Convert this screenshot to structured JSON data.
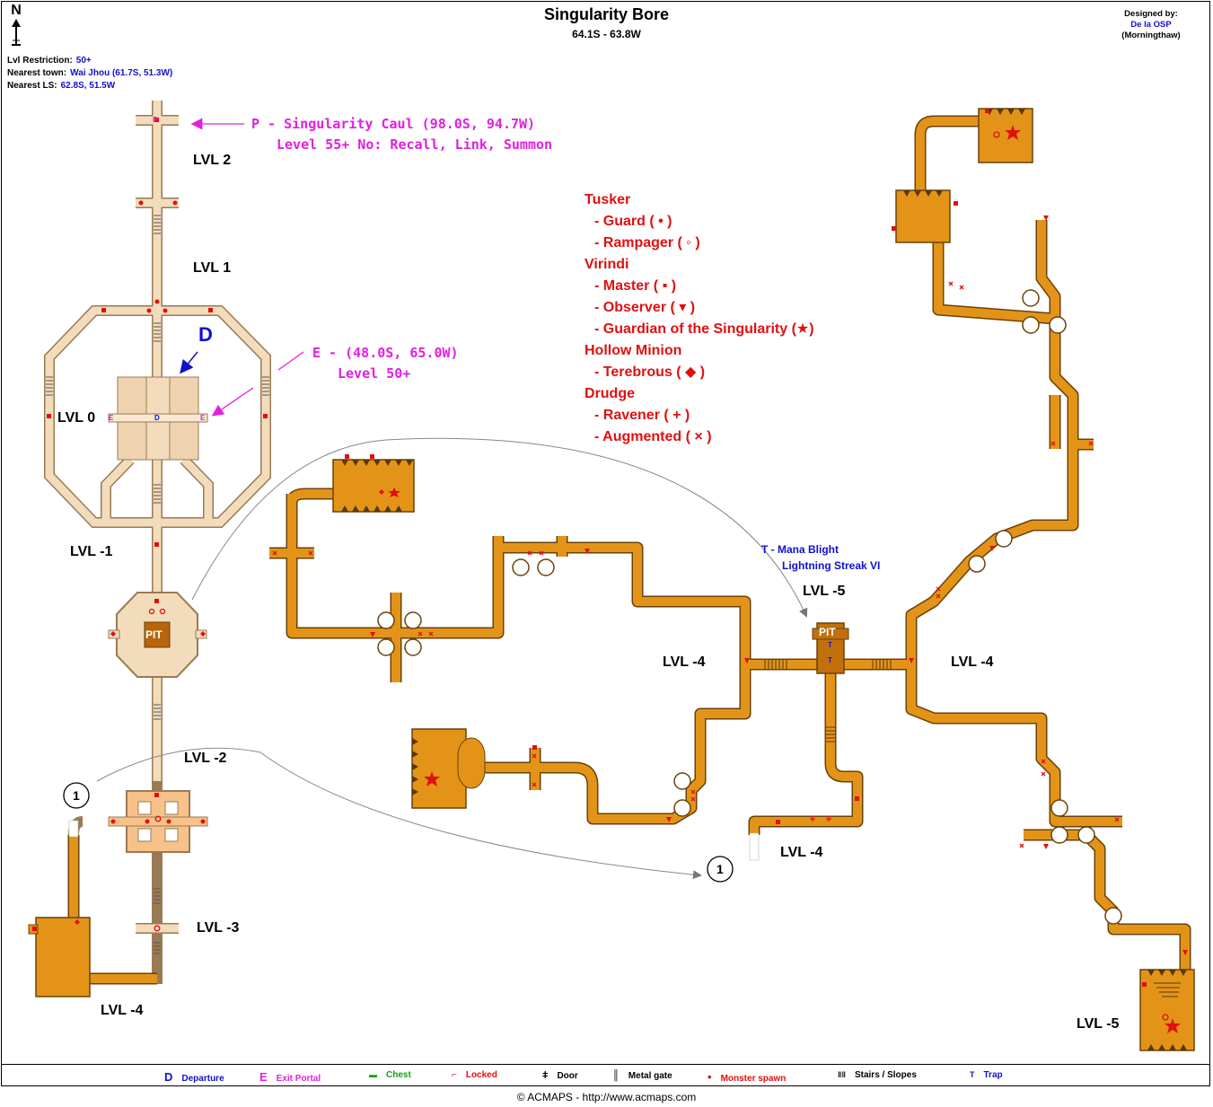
{
  "header": {
    "title": "Singularity Bore",
    "coords": "64.1S - 63.8W",
    "designed_by_label": "Designed by:",
    "designer": "De la OSP",
    "designer_alias": "(Morningthaw)",
    "north_label": "N"
  },
  "info": {
    "lvl_restriction_label": "Lvl Restriction:",
    "lvl_restriction": "50+",
    "nearest_town_label": "Nearest town:",
    "nearest_town": "Wai Jhou (61.7S, 51.3W)",
    "nearest_ls_label": "Nearest LS:",
    "nearest_ls": "62.8S, 51.5W"
  },
  "annotations": {
    "portal_p_line1": "P - Singularity Caul (98.0S, 94.7W)",
    "portal_p_line2": "Level 55+  No: Recall, Link, Summon",
    "portal_e_line1": "E - (48.0S, 65.0W)",
    "portal_e_line2": "Level 50+",
    "departure_marker": "D",
    "trap_line1": "T - Mana Blight",
    "trap_line2": "Lightning Streak VI",
    "pit_label": "PIT",
    "teleport_marker": "1"
  },
  "levels": {
    "lvl2": "LVL 2",
    "lvl1": "LVL 1",
    "lvl0": "LVL 0",
    "lvlm1": "LVL -1",
    "lvlm2": "LVL -2",
    "lvlm3": "LVL -3",
    "lvlm4a": "LVL -4",
    "lvlm4b": "LVL -4",
    "lvlm4c": "LVL -4",
    "lvlm4d": "LVL -4",
    "lvlm5a": "LVL -5",
    "lvlm5b": "LVL -5"
  },
  "monsters": {
    "tusker": "Tusker",
    "guard": "- Guard ( • )",
    "rampager": "- Rampager ( ◦ )",
    "virindi": "Virindi",
    "master": "- Master ( ▪ )",
    "observer": "- Observer ( ▾ )",
    "guardian": "- Guardian of the Singularity (★)",
    "hollow": "Hollow Minion",
    "terebrous": "- Terebrous ( ◆ )",
    "drudge": "Drudge",
    "ravener": "- Ravener ( + )",
    "augmented": "- Augmented ( × )"
  },
  "key": {
    "departure_sym": "D",
    "departure": "Departure",
    "exit_sym": "E",
    "exit": "Exit Portal",
    "chest_sym": "▬",
    "chest": "Chest",
    "locked_sym": "⌐",
    "locked": "Locked",
    "door_sym": "ǂ",
    "door": "Door",
    "gate_sym": "║",
    "gate": "Metal gate",
    "spawn_sym": "•",
    "spawn": "Monster spawn",
    "stairs_sym": "‖‖",
    "stairs": "Stairs / Slopes",
    "trap_sym": "T",
    "trap": "Trap"
  },
  "colors": {
    "upper_floor": "#f3dcbc",
    "upper_outline": "#9a7a54",
    "lower_floor": "#e39418",
    "lower_outline": "#6a4208",
    "pit_room": "#c2700c",
    "spawn_red": "#e01010",
    "portal_magenta": "#e020e0",
    "info_blue": "#1010d0"
  },
  "footer": {
    "copyright": "© ACMAPS - http://www.acmaps.com"
  }
}
